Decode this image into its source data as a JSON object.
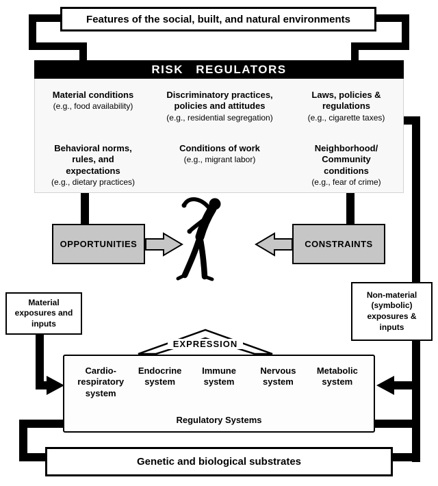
{
  "environment_box": {
    "label": "Features of the social, built, and natural environments"
  },
  "risk_regulators": {
    "title": "RISK REGULATORS",
    "items": [
      {
        "title": "Material conditions",
        "example": "(e.g., food availability)"
      },
      {
        "title": "Discriminatory practices,\npolicies and attitudes",
        "example": "(e.g., residential segregation)"
      },
      {
        "title": "Laws, policies &\nregulations",
        "example": "(e.g., cigarette taxes)"
      },
      {
        "title": "Behavioral norms,\nrules, and\nexpectations",
        "example": "(e.g., dietary practices)"
      },
      {
        "title": "Conditions of work",
        "example": "(e.g., migrant labor)"
      },
      {
        "title": "Neighborhood/\nCommunity\nconditions",
        "example": "(e.g., fear of crime)"
      }
    ]
  },
  "flow": {
    "opportunities_label": "OPPORTUNITIES",
    "constraints_label": "CONSTRAINTS"
  },
  "side_boxes": {
    "material_label": "Material\nexposures and\ninputs",
    "nonmaterial_label": "Non-material\n(symbolic)\nexposures &\ninputs"
  },
  "expression": {
    "label": "EXPRESSION"
  },
  "regulatory_systems": {
    "systems": [
      "Cardio-\nrespiratory\nsystem",
      "Endocrine\nsystem",
      "Immune\nsystem",
      "Nervous\nsystem",
      "Metabolic\nsystem"
    ],
    "caption": "Regulatory Systems"
  },
  "substrates_box": {
    "label": "Genetic and biological substrates"
  },
  "colors": {
    "line_color": "#000000",
    "gray_fill": "#c6c6c6",
    "panel_bg": "#f8f8f8"
  }
}
